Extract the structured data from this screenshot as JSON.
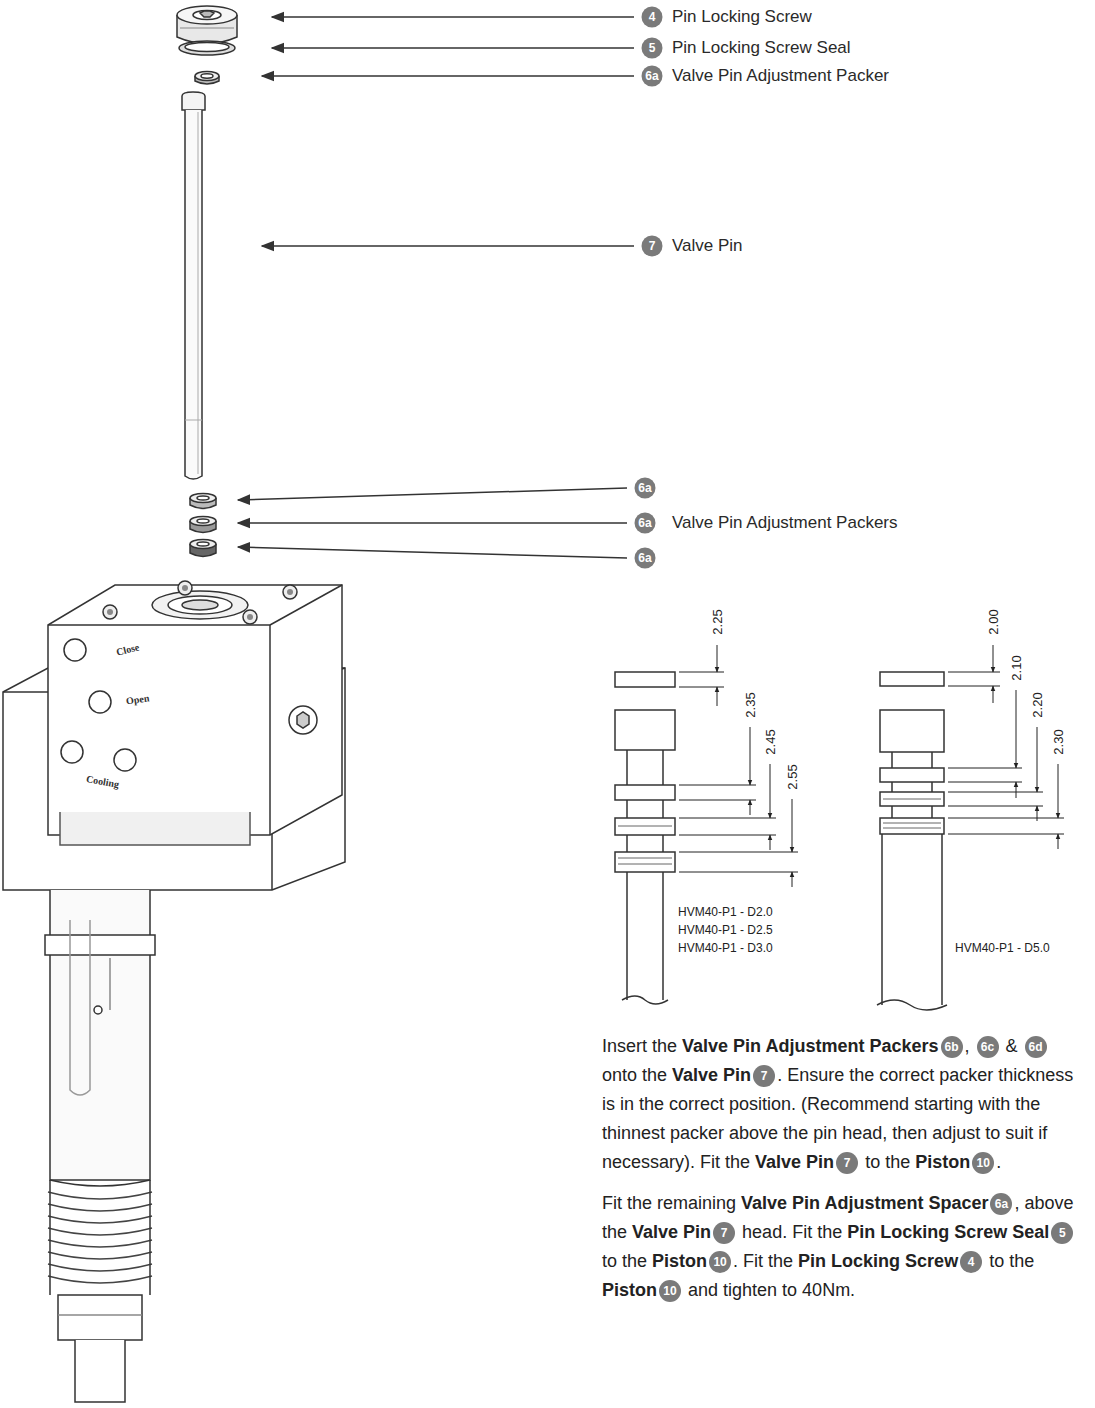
{
  "diagram": {
    "labels": [
      "4",
      "Pin Locking Screw",
      "5",
      "Pin Locking Screw Seal",
      "6a",
      "Valve Pin Adjustment Packer",
      "7",
      "Valve Pin",
      "6a",
      "6a",
      "Valve Pin Adjustment Packers",
      "6a",
      "Close",
      "Open",
      "Cooling",
      "2.25",
      "2.35",
      "2.45",
      "2.55",
      "HVM40-P1 - D2.0",
      "HVM40-P1 - D2.5",
      "HVM40-P1 - D3.0",
      "2.00",
      "2.10",
      "2.20",
      "2.30",
      "HVM40-P1 - D5.0",
      "Insert the ",
      "Valve Pin Adjustment Packers",
      "6b",
      ", ",
      "6c",
      " & ",
      "6d",
      " onto the ",
      "Valve Pin",
      "7",
      ". Ensure the correct packer thickness is in the correct position. (Recommend starting with the thinnest packer above the pin head, then adjust to suit if necessary). Fit the ",
      "Valve Pin",
      "7",
      " to the ",
      "Piston",
      "10",
      ".",
      "Fit the remaining ",
      "Valve Pin Adjustment Spacer",
      "6a",
      ", above the ",
      "Valve Pin",
      "7",
      " head. Fit the ",
      "Pin Locking Screw Seal",
      "5",
      " to the ",
      "Piston",
      "10",
      ". Fit the ",
      "Pin Locking Screw",
      "4",
      " to the ",
      "Piston",
      "10",
      " and tighten to 40Nm."
    ]
  }
}
